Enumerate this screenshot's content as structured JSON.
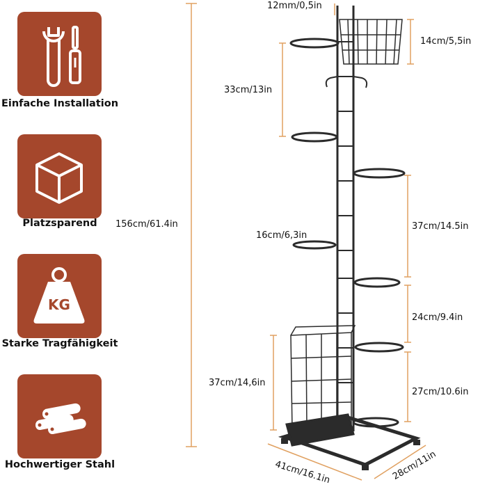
{
  "features": [
    {
      "label": "Einfache Installation",
      "icon": "wrench-screwdriver-icon"
    },
    {
      "label": "Platzsparend",
      "icon": "box-icon"
    },
    {
      "label": "Starke Tragfähigkeit",
      "icon": "weight-icon",
      "icon_text": "KG"
    },
    {
      "label": "Hochwertiger Stahl",
      "icon": "steel-pipes-icon"
    }
  ],
  "dimensions": {
    "total_height": "156cm/61.4in",
    "top_cap": "12mm/0,5in",
    "top_basket_height": "14cm/5,5in",
    "upper_spacing": "33cm/13in",
    "small_ring": "16cm/6,3in",
    "middle_spacing": "37cm/14.5in",
    "lower_spacing": "24cm/9.4in",
    "bottom_basket_height": "37cm/14,6in",
    "bottom_spacing": "27cm/10.6in",
    "base_width": "41cm/16.1in",
    "base_depth": "28cm/11in"
  },
  "colors": {
    "tile_background": "#a5472c",
    "icon_stroke": "#ffffff",
    "dimension_line": "#e0a060",
    "rack_metal": "#2b2b2b"
  }
}
